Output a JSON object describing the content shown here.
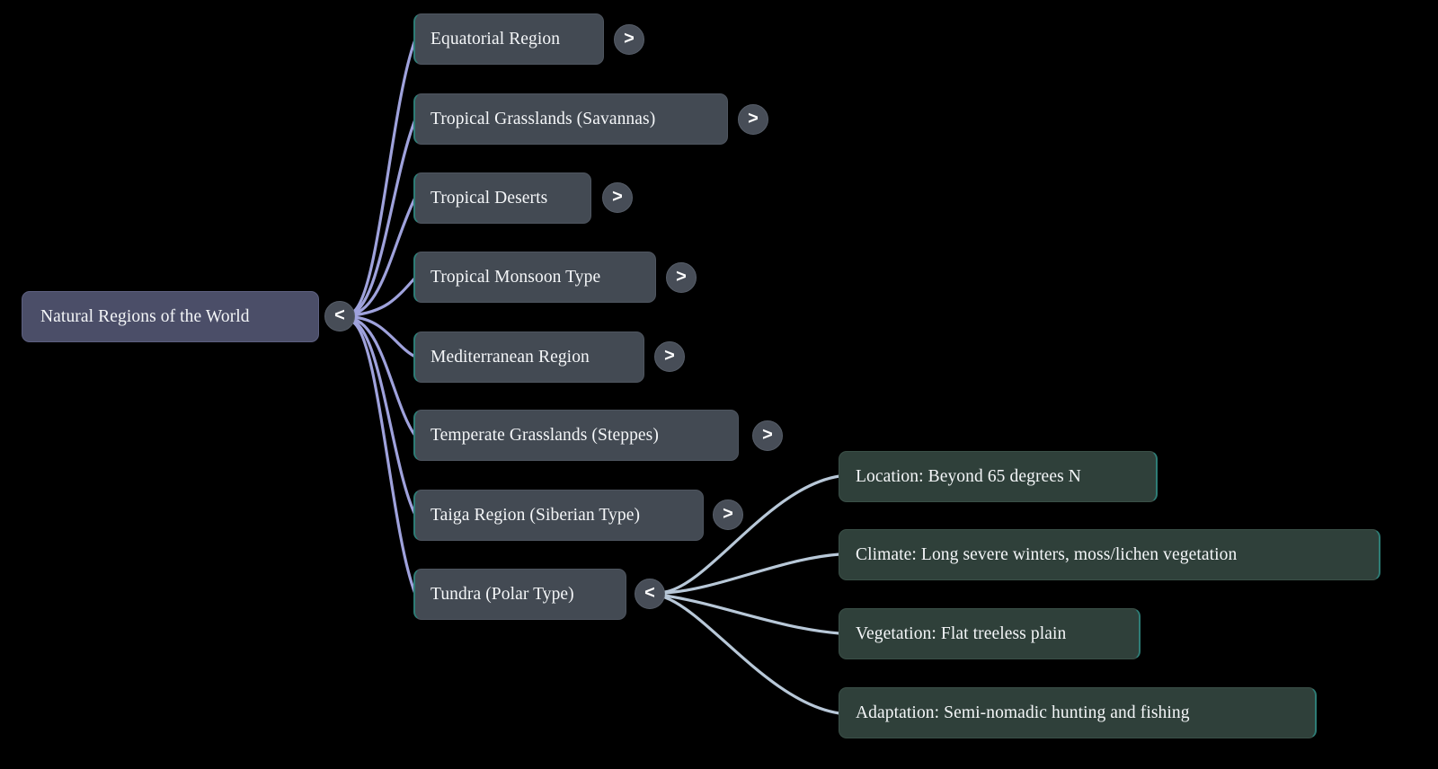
{
  "diagram": {
    "type": "mindmap",
    "title": "Natural Regions of the World",
    "background_color": "#000000",
    "colors": {
      "root_fill": "#4b4e68",
      "branch_fill": "#434a53",
      "leaf_fill": "#2f403a",
      "accent_teal": "#2e7d76",
      "edge_root": "#a8abe8",
      "edge_leaf": "#c2d3e4",
      "toggle_fill": "#474d57",
      "text": "#f4f6f8"
    }
  },
  "root": {
    "label": "Natural Regions of the World",
    "toggle_icon": "chevron-left-icon",
    "toggle_symbol": "<",
    "expanded": true
  },
  "branches": [
    {
      "id": "equatorial-region",
      "label": "Equatorial Region",
      "toggle_icon": "chevron-right-icon",
      "toggle_symbol": ">",
      "expanded": false
    },
    {
      "id": "tropical-grasslands-savannas",
      "label": "Tropical Grasslands (Savannas)",
      "toggle_icon": "chevron-right-icon",
      "toggle_symbol": ">",
      "expanded": false
    },
    {
      "id": "tropical-deserts",
      "label": "Tropical Deserts",
      "toggle_icon": "chevron-right-icon",
      "toggle_symbol": ">",
      "expanded": false
    },
    {
      "id": "tropical-monsoon-type",
      "label": "Tropical Monsoon Type",
      "toggle_icon": "chevron-right-icon",
      "toggle_symbol": ">",
      "expanded": false
    },
    {
      "id": "mediterranean-region",
      "label": "Mediterranean Region",
      "toggle_icon": "chevron-right-icon",
      "toggle_symbol": ">",
      "expanded": false
    },
    {
      "id": "temperate-grasslands-steppes",
      "label": "Temperate Grasslands (Steppes)",
      "toggle_icon": "chevron-right-icon",
      "toggle_symbol": ">",
      "expanded": false
    },
    {
      "id": "taiga-region-siberian-type",
      "label": "Taiga Region (Siberian Type)",
      "toggle_icon": "chevron-right-icon",
      "toggle_symbol": ">",
      "expanded": false
    },
    {
      "id": "tundra-polar-type",
      "label": "Tundra (Polar Type)",
      "toggle_icon": "chevron-left-icon",
      "toggle_symbol": "<",
      "expanded": true
    }
  ],
  "leaves": [
    {
      "id": "tundra-location",
      "label": "Location: Beyond 65 degrees N",
      "parent": "tundra-polar-type"
    },
    {
      "id": "tundra-climate",
      "label": "Climate: Long severe winters, moss/lichen vegetation",
      "parent": "tundra-polar-type"
    },
    {
      "id": "tundra-vegetation",
      "label": "Vegetation: Flat treeless plain",
      "parent": "tundra-polar-type"
    },
    {
      "id": "tundra-adaptation",
      "label": "Adaptation: Semi-nomadic hunting and fishing",
      "parent": "tundra-polar-type"
    }
  ]
}
